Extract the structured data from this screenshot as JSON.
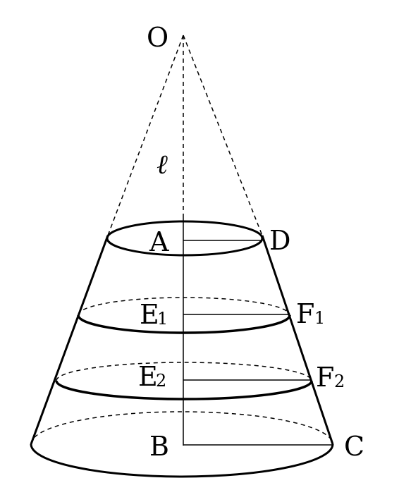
{
  "labels": {
    "apex": "O",
    "slant": "ℓ",
    "top_center": "A",
    "top_edge": "D",
    "ring1_center": "E",
    "ring1_center_sub": "1",
    "ring1_edge": "F",
    "ring1_edge_sub": "1",
    "ring2_center": "E",
    "ring2_center_sub": "2",
    "ring2_edge": "F",
    "ring2_edge_sub": "2",
    "bottom_center": "B",
    "bottom_edge": "C"
  }
}
